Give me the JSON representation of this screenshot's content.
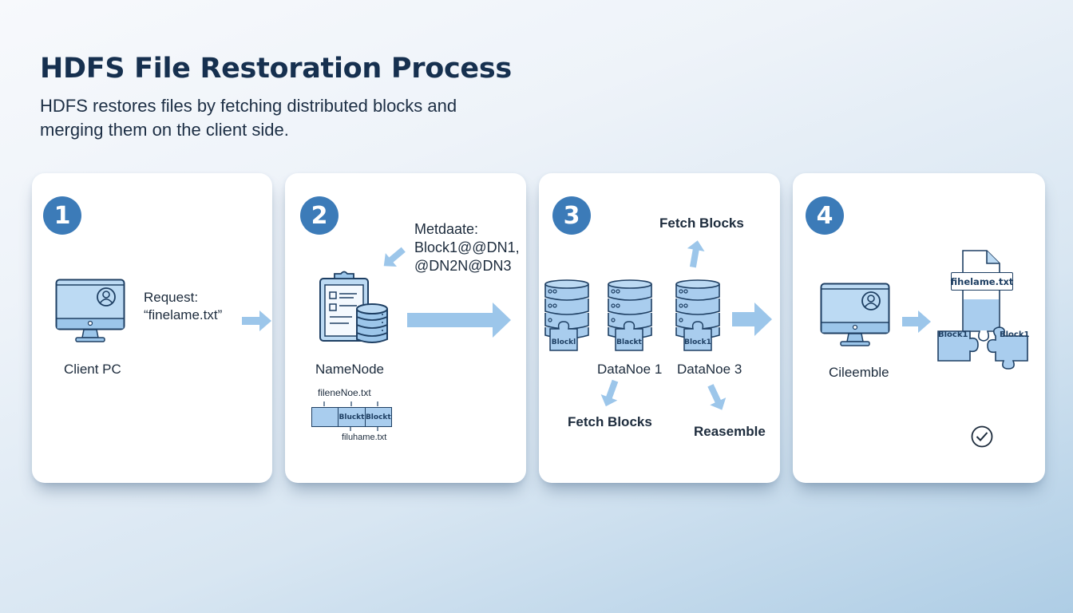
{
  "header": {
    "title": "HDFS File Restoration Process",
    "subtitle": "HDFS restores files by fetching distributed blocks and merging them on the client side."
  },
  "colors": {
    "accent": "#3c7bb8",
    "icon_fill": "#a9cdee",
    "icon_stroke": "#1e3f63",
    "arrow": "#9cc6ea",
    "title": "#16304f"
  },
  "steps": [
    {
      "number": "1",
      "node_label": "Client PC",
      "request_label": "Request:",
      "request_value": "“finelame.txt”",
      "icons": [
        "monitor-icon",
        "user-icon",
        "arrow-right-icon"
      ]
    },
    {
      "number": "2",
      "node_label": "NameNode",
      "metadata_label": "Metdaate:",
      "metadata_line1": "Block1@@DN1,",
      "metadata_line2": "@DN2N@DN3",
      "file_top_label": "fileneNoe.txt",
      "file_bottom_label": "filuhame.txt",
      "file_blocks": [
        "",
        "Bluckt",
        "Blockt"
      ],
      "icons": [
        "clipboard-icon",
        "database-icon",
        "arrow-right-icon",
        "arrow-down-left-icon"
      ]
    },
    {
      "number": "3",
      "top_action": "Fetch Blocks",
      "datanodes": [
        {
          "block_label": "Blockl"
        },
        {
          "block_label": "Blackt"
        },
        {
          "block_label": "Block1"
        }
      ],
      "datanode_label_1": "DataNoe 1",
      "datanode_label_2": "DataNoe 3",
      "bottom_left_action": "Fetch Blocks",
      "bottom_right_action": "Reasemble",
      "icons": [
        "server-stack-icon",
        "puzzle-piece-icon",
        "arrow-right-icon"
      ]
    },
    {
      "number": "4",
      "node_label": "Cileemble",
      "file_label": "fihelame.txt",
      "pieces": [
        "Block1",
        "Block1"
      ],
      "icons": [
        "monitor-icon",
        "user-icon",
        "document-icon",
        "puzzle-piece-icon",
        "check-circle-icon"
      ]
    }
  ]
}
